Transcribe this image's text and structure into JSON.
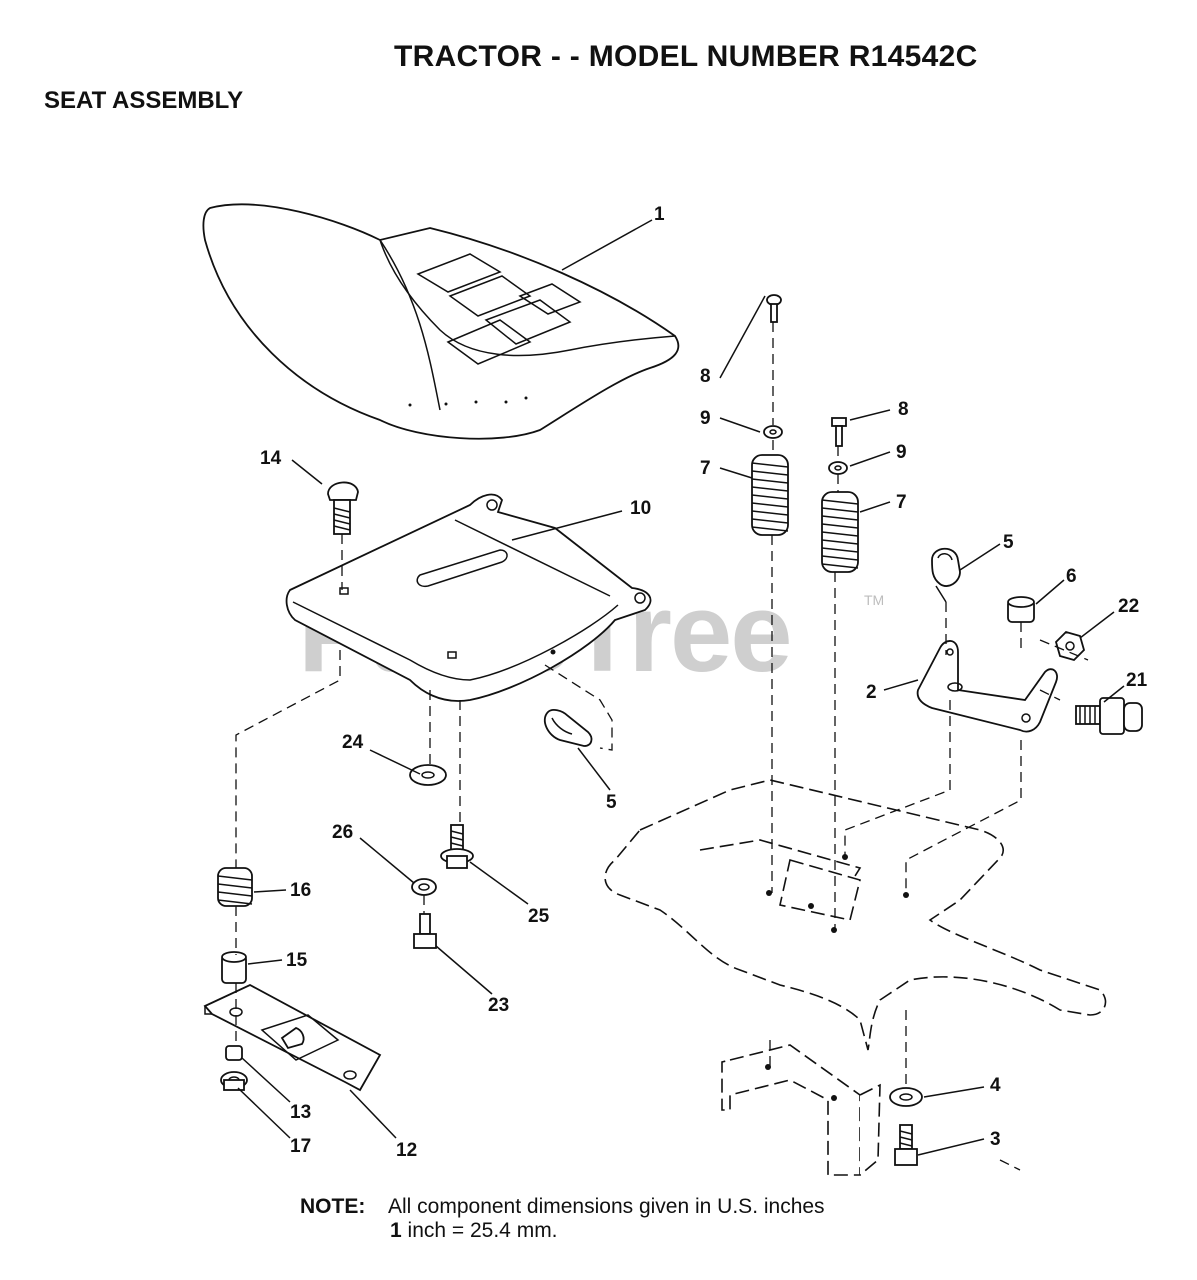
{
  "header": {
    "title": "TRACTOR - - MODEL NUMBER R14542C",
    "subtitle": "SEAT ASSEMBLY"
  },
  "watermark": {
    "text": "PartsTree",
    "tm": "TM"
  },
  "note": {
    "label": "NOTE:",
    "line1": "All component dimensions given in U.S. inches",
    "line2_bold": "1",
    "line2_rest": "inch = 25.4 mm."
  },
  "callouts": [
    {
      "id": "c1",
      "text": "1"
    },
    {
      "id": "c14",
      "text": "14"
    },
    {
      "id": "c10",
      "text": "10"
    },
    {
      "id": "c8a",
      "text": "8"
    },
    {
      "id": "c9a",
      "text": "9"
    },
    {
      "id": "c7a",
      "text": "7"
    },
    {
      "id": "c8b",
      "text": "8"
    },
    {
      "id": "c9b",
      "text": "9"
    },
    {
      "id": "c7b",
      "text": "7"
    },
    {
      "id": "c5a",
      "text": "5"
    },
    {
      "id": "c6",
      "text": "6"
    },
    {
      "id": "c22",
      "text": "22"
    },
    {
      "id": "c2",
      "text": "2"
    },
    {
      "id": "c21",
      "text": "21"
    },
    {
      "id": "c24",
      "text": "24"
    },
    {
      "id": "c5b",
      "text": "5"
    },
    {
      "id": "c26",
      "text": "26"
    },
    {
      "id": "c25",
      "text": "25"
    },
    {
      "id": "c16",
      "text": "16"
    },
    {
      "id": "c15",
      "text": "15"
    },
    {
      "id": "c23",
      "text": "23"
    },
    {
      "id": "c13",
      "text": "13"
    },
    {
      "id": "c17",
      "text": "17"
    },
    {
      "id": "c12",
      "text": "12"
    },
    {
      "id": "c4",
      "text": "4"
    },
    {
      "id": "c3",
      "text": "3"
    }
  ]
}
